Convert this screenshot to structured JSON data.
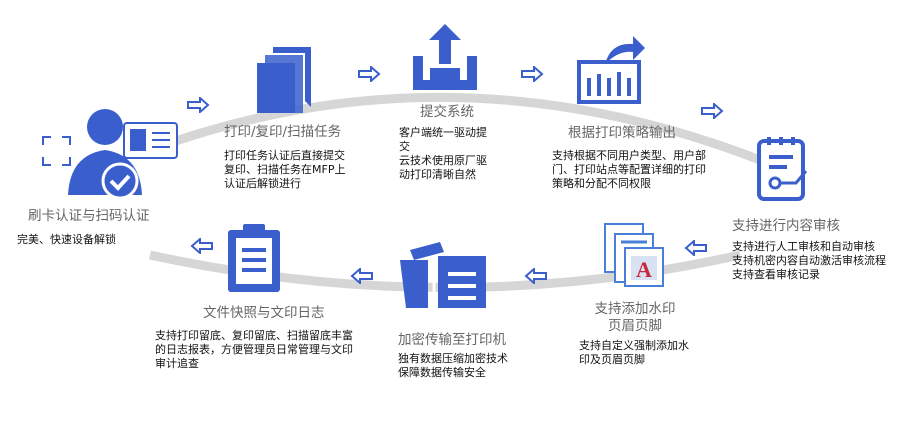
{
  "colors": {
    "accent": "#3a5fcd",
    "track": "#d6d6d6",
    "red": "#c8283c"
  },
  "steps": [
    {
      "title": "刷卡认证与扫码认证",
      "desc": "完美、快速设备解锁",
      "icon": "person-id-card-check-icon"
    },
    {
      "title": "打印/复印/扫描任务",
      "desc": "打印任务认证后直接提交\n复印、扫描任务在MFP上\n认证后解锁进行",
      "icon": "documents-stack-icon"
    },
    {
      "title": "提交系统",
      "desc": "客户端统一驱动提交\n云技术使用原厂驱动打印清晰自然",
      "icon": "upload-tray-icon"
    },
    {
      "title": "根据打印策略输出",
      "desc": "支持根据不同用户类型、用户部门、打印站点等配置详细的打印策略和分配不同权限",
      "icon": "chart-export-icon"
    },
    {
      "title": "支持进行内容审核",
      "desc": "支持进行人工审核和自动审核\n支持机密内容自动激活审核流程\n支持查看审核记录",
      "icon": "audit-notepad-icon"
    },
    {
      "title": "支持添加水印\n页眉页脚",
      "desc": "支持自定义强制添加水印及页眉页脚",
      "icon": "watermark-documents-icon"
    },
    {
      "title": "加密传输至打印机",
      "desc": "独有数据压缩加密技术\n保障数据传输安全",
      "icon": "printer-icon"
    },
    {
      "title": "文件快照与文印日志",
      "desc": "支持打印留底、复印留底、扫描留底丰富的日志报表，方便管理员日常管理与文印审计追查",
      "icon": "clipboard-icon"
    }
  ]
}
